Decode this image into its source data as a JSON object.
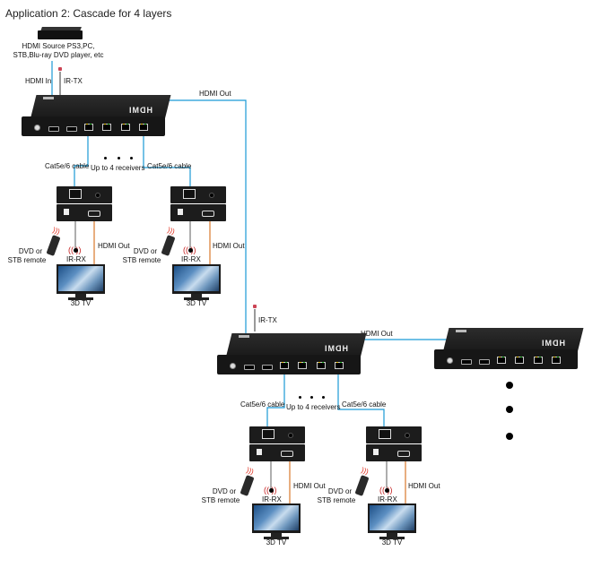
{
  "title": "Application 2: Cascade for 4 layers",
  "source": {
    "label_line1": "HDMI Source PS3,PC,",
    "label_line2": "STB,Blu-ray DVD player, etc",
    "icon": "blu-ray-player-icon"
  },
  "layer1": {
    "hdmi_in": "HDMI In",
    "ir_tx": "IR-TX",
    "hdmi_out": "HDMI Out",
    "logo": "HDMI",
    "cable_left": "Cat5e/6 cable",
    "cable_right": "Cat5e/6 cable",
    "receivers_note": "Up to 4 receivers",
    "receivers": [
      {
        "remote_line1": "DVD or",
        "remote_line2": "STB remote",
        "ir_rx": "IR-RX",
        "hdmi_out": "HDMI Out",
        "tv": "3D TV"
      },
      {
        "remote_line1": "DVD or",
        "remote_line2": "STB remote",
        "ir_rx": "IR-RX",
        "hdmi_out": "HDMI Out",
        "tv": "3D TV"
      }
    ]
  },
  "layer2": {
    "ir_tx": "IR-TX",
    "hdmi_out": "HDMI Out",
    "logo": "HDMI",
    "cable_left": "Cat5e/6 cable",
    "cable_right": "Cat5e/6 cable",
    "receivers_note": "Up to 4 receivers",
    "receivers": [
      {
        "remote_line1": "DVD or",
        "remote_line2": "STB remote",
        "ir_rx": "IR-RX",
        "hdmi_out": "HDMI Out",
        "tv": "3D TV"
      },
      {
        "remote_line1": "DVD or",
        "remote_line2": "STB remote",
        "ir_rx": "IR-RX",
        "hdmi_out": "HDMI Out",
        "tv": "3D TV"
      }
    ]
  },
  "layer3": {
    "logo": "HDMI",
    "continuation": "more layers"
  },
  "colors": {
    "hdmi_cable": "#1a9ad6",
    "ir_cable": "#666666",
    "tv_hdmi_cable": "#d9772b",
    "device": "#1a1a1a"
  }
}
